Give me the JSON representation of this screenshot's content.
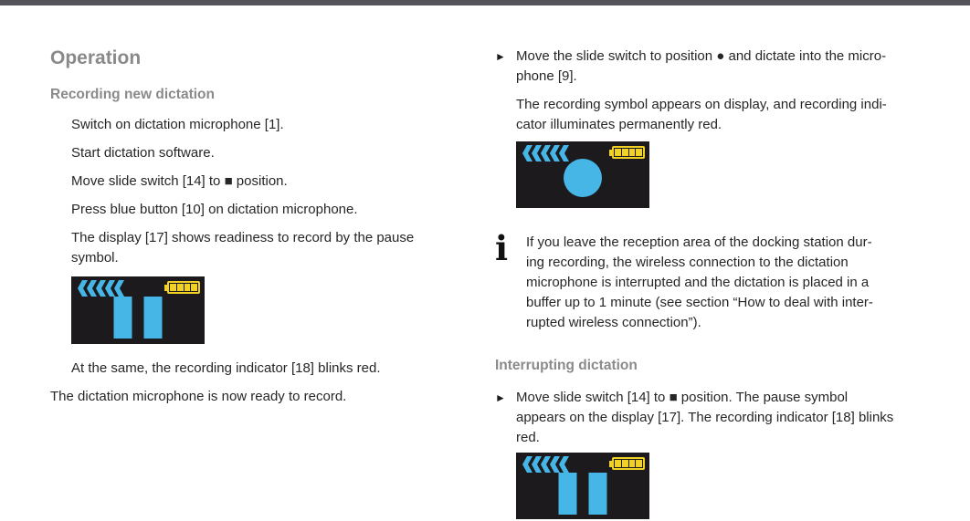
{
  "glyphs": {
    "action_bullet": "►",
    "info_icon": "i",
    "stop_square": "■",
    "record_dot": "●"
  },
  "colors": {
    "accent_cyan": "#45b6e6",
    "accent_yellow": "#f1d224",
    "display_background": "#1c1a1c",
    "heading_gray": "#8a8a8c",
    "body_text": "#262626",
    "top_bar": "#55545a"
  },
  "left_column": {
    "title": "Operation",
    "section_heading": "Recording new dictation",
    "steps": [
      "Switch on dictation microphone [1].",
      "Start dictation software.",
      "Move slide switch [14] to ■ position.",
      "Press blue button [10] on dictation microphone.",
      "The display [17] shows readiness to record by the pause\nsymbol."
    ],
    "after_display_note": "At the same, the recording indicator [18] blinks red.",
    "closing_note": "The dictation microphone is now ready to record."
  },
  "right_column": {
    "bullet_1": "Move the slide switch to position ● and dictate into the micro-\nphone [9].",
    "paragraph_1": "The recording symbol appears on display, and recording indi-\ncator illuminates permanently red.",
    "info_note": "If you leave the reception area of the docking station dur-\ning recording, the wireless connection to the dictation\nmicrophone is interrupted and the dictation is placed in a\nbuffer up to 1 minute (see section “How to deal with inter-\nrupted wireless connection”).",
    "section_heading": "Interrupting dictation",
    "bullet_2": "Move slide switch [14] to ■ position. The pause symbol\nappears on the display [17]. The recording indicator [18] blinks\nred."
  },
  "displays": {
    "pause_ready": {
      "symbol": "pause",
      "battery_segments": 4,
      "signal_chevrons": 5
    },
    "recording": {
      "symbol": "record",
      "battery_segments": 4,
      "signal_chevrons": 5
    },
    "pause_interrupted": {
      "symbol": "pause",
      "battery_segments": 4,
      "signal_chevrons": 5
    }
  }
}
